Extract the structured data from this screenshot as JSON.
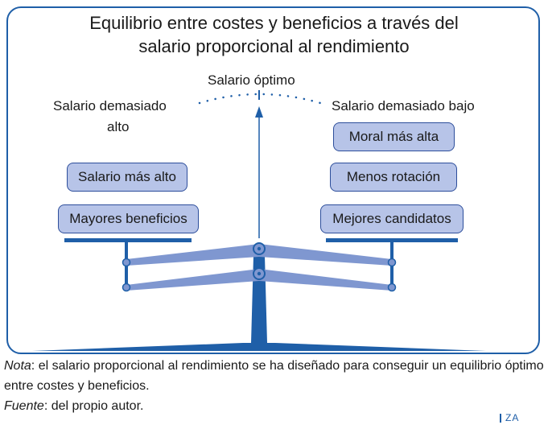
{
  "title": {
    "line1": "Equilibrio entre costes y beneficios a través del",
    "line2": "salario proporcional al rendimiento"
  },
  "labels": {
    "optimal": "Salario óptimo",
    "too_high_line1": "Salario demasiado",
    "too_high_line2": "alto",
    "too_low": "Salario demasiado bajo"
  },
  "left_pan": [
    "Salario más alto",
    "Mayores beneficios"
  ],
  "right_pan": [
    "Moral más alta",
    "Menos rotación",
    "Mejores candidatos"
  ],
  "note": {
    "label": "Nota",
    "text": ": el salario proporcional al rendimiento se ha diseñado para conseguir un equilibrio óptimo entre costes y beneficios."
  },
  "source": {
    "label": "Fuente",
    "text": ": del propio autor."
  },
  "logo": "ZA",
  "colors": {
    "frame": "#1f5fa8",
    "beam": "#7f97d0",
    "box_fill": "#b7c4e8",
    "box_border": "#2d4e9b",
    "pole": "#1f5fa8",
    "dots": "#1f5fa8"
  }
}
